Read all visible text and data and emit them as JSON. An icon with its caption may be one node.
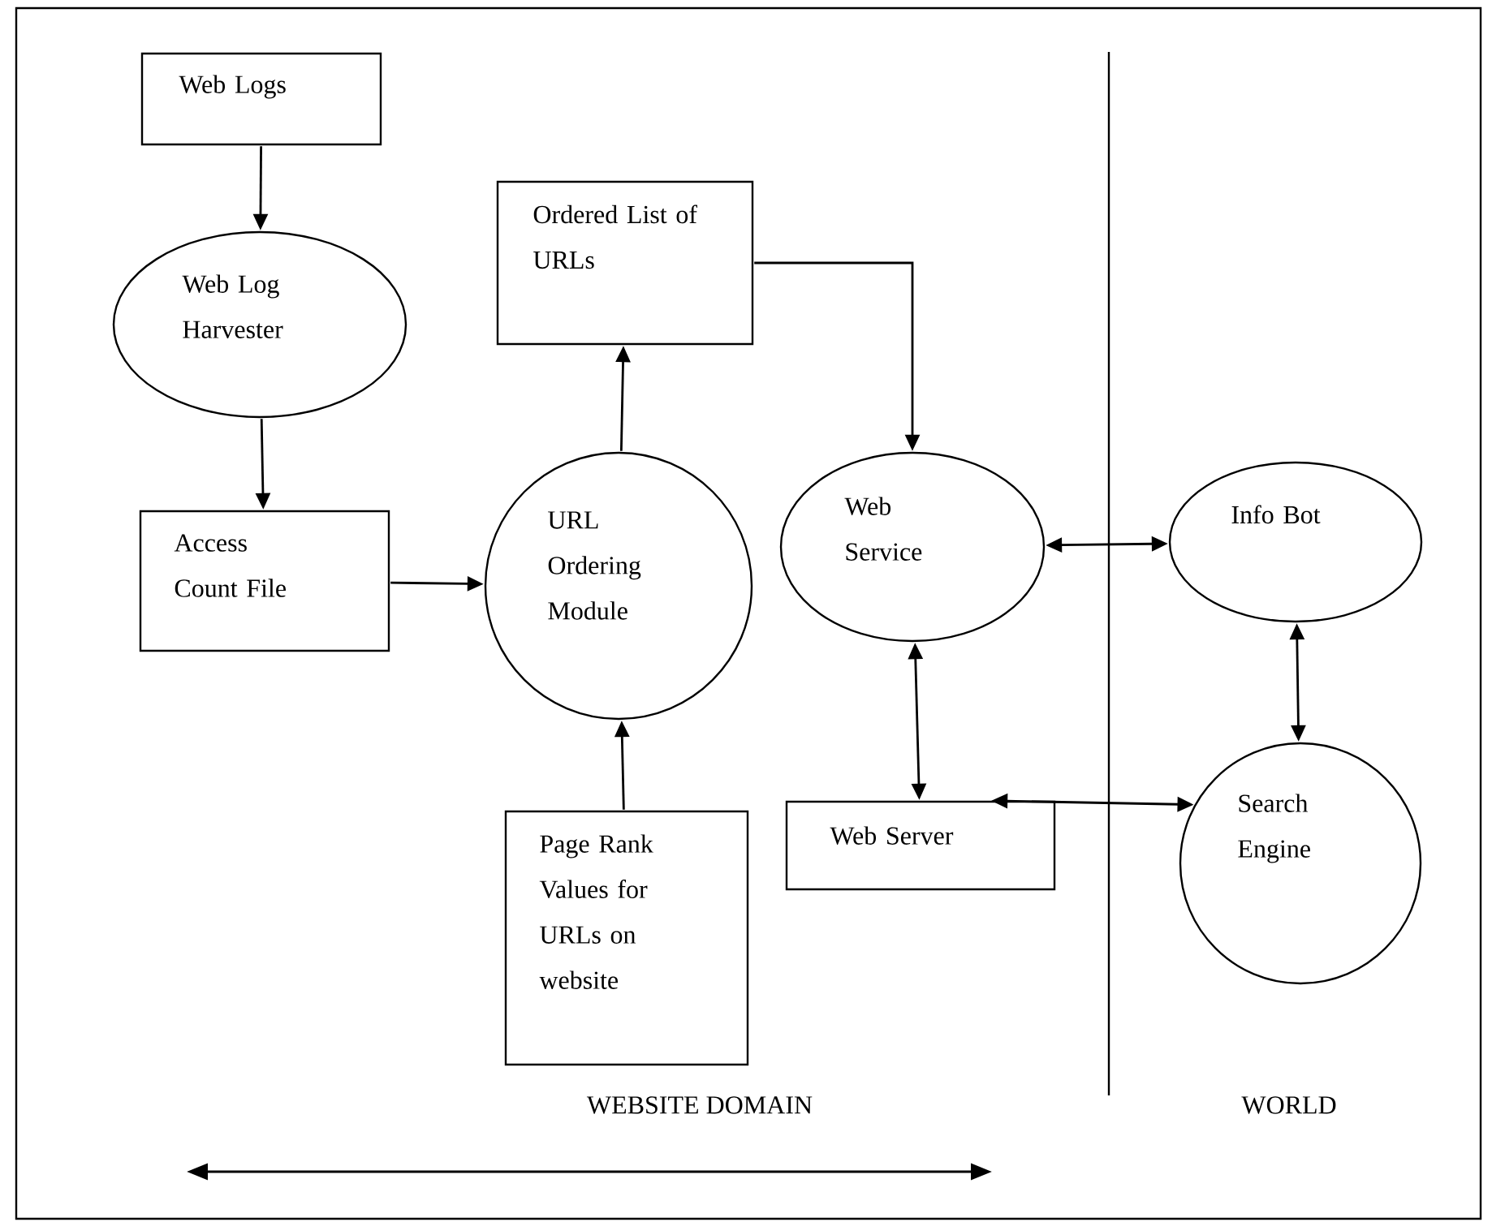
{
  "diagram": {
    "nodes": [
      {
        "text": [
          "Web Logs"
        ]
      },
      {
        "text": [
          "Web Log Harvester"
        ]
      },
      {
        "text": [
          "Access Count File"
        ]
      },
      {
        "text": [
          "Ordered List of URLs"
        ]
      },
      {
        "text": [
          "URL Ordering Module"
        ]
      },
      {
        "text": [
          "Web Service"
        ]
      },
      {
        "text": [
          "Info Bot"
        ]
      },
      {
        "text": [
          "Web Server"
        ]
      },
      {
        "text": [
          "Search Engine"
        ]
      },
      {
        "text": [
          "Page Rank Values for URLs on website"
        ]
      }
    ],
    "edges": [
      {
        "from": 0,
        "to": 1,
        "arrow": "to"
      },
      {
        "from": 1,
        "to": 2,
        "arrow": "to"
      },
      {
        "from": 2,
        "to": 4,
        "arrow": "to"
      },
      {
        "from": 4,
        "to": 3,
        "arrow": "to"
      },
      {
        "from": 3,
        "to": 5,
        "arrow": "to"
      },
      {
        "from": 5,
        "to": 6,
        "arrow": "both"
      },
      {
        "from": 5,
        "to": 7,
        "arrow": "both"
      },
      {
        "from": 7,
        "to": 8,
        "arrow": "both"
      },
      {
        "from": 6,
        "to": 8,
        "arrow": "both"
      },
      {
        "from": 9,
        "to": 4,
        "arrow": "to"
      }
    ],
    "labels": [
      "WEBSITE DOMAIN",
      "WORLD"
    ]
  }
}
